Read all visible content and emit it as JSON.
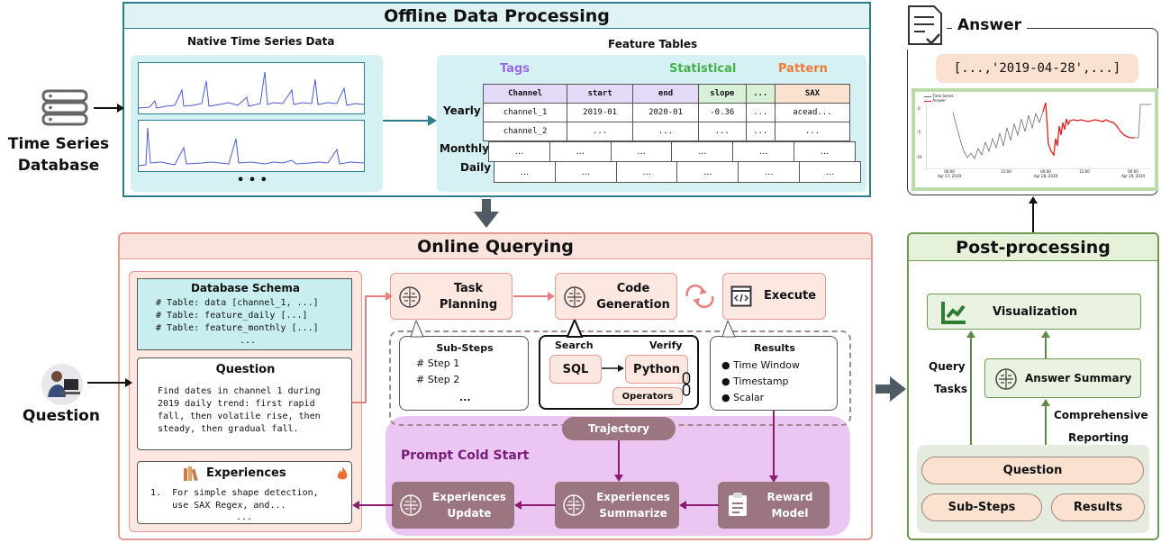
{
  "offline": {
    "title": "Offline Data Processing",
    "native_label": "Native Time Series Data",
    "native_ellipsis": "• • •",
    "feature_label": "Feature Tables",
    "groups": [
      {
        "label": "Tags",
        "color": "#9b6be6"
      },
      {
        "label": "Statistical",
        "color": "#43b34a"
      },
      {
        "label": "Pattern",
        "color": "#f07a3a"
      }
    ],
    "headers": [
      "Channel",
      "start",
      "end",
      "slope",
      "...",
      "SAX"
    ],
    "header_colors": [
      "#e3daf7",
      "#e3daf7",
      "#e3daf7",
      "#d8f0d5",
      "#d8f0d5",
      "#fbe1cf"
    ],
    "rows": [
      [
        "channel_1",
        "2019-01",
        "2020-01",
        "-0.36",
        "...",
        "acead..."
      ],
      [
        "channel_2",
        "...",
        "...",
        "...",
        "...",
        "..."
      ]
    ],
    "row_labels": [
      "Yearly",
      "Monthly",
      "Daily"
    ],
    "layer_cells": [
      "...",
      "...",
      "...",
      "...",
      "...",
      "..."
    ]
  },
  "database": {
    "label_line1": "Time Series",
    "label_line2": "Database",
    "icon": "database-icon"
  },
  "online": {
    "title": "Online Querying",
    "schema_title": "Database Schema",
    "schema_lines": [
      "# Table: data [channel_1, ...]",
      "# Table: feature_daily [...]",
      "# Table: feature_monthly [...]",
      "..."
    ],
    "question_title": "Question",
    "question_lines": [
      "Find dates in channel 1 during",
      "2019 daily trend: first rapid",
      "fall, then volatile rise, then",
      "steady, then gradual fall."
    ],
    "experiences_title": "Experiences",
    "experiences_lines": [
      "1.  For simple shape detection,",
      "    use SAX Regex, and...",
      "..."
    ],
    "task_planning": [
      "Task",
      "Planning"
    ],
    "code_generation": [
      "Code",
      "Generation"
    ],
    "execute": "Execute",
    "substeps_title": "Sub-Steps",
    "substeps": [
      "# Step 1",
      "# Step 2",
      "..."
    ],
    "search_label": "Search",
    "verify_label": "Verify",
    "sql_label": "SQL",
    "python_label": "Python",
    "operators_label": "Operators",
    "results_title": "Results",
    "results": [
      "Time Window",
      "Timestamp",
      "Scalar"
    ],
    "trajectory": "Trajectory",
    "cold_start": "Prompt Cold Start",
    "exp_update": [
      "Experiences",
      "Update"
    ],
    "exp_summarize": [
      "Experiences",
      "Summarize"
    ],
    "reward_model": [
      "Reward",
      "Model"
    ]
  },
  "user": {
    "label": "Question",
    "icon": "user-at-computer-icon"
  },
  "post": {
    "title": "Post-processing",
    "visualization": "Visualization",
    "answer_summary": "Answer Summary",
    "query_tasks": [
      "Query",
      "Tasks"
    ],
    "comprehensive": [
      "Comprehensive",
      "Reporting"
    ],
    "question": "Question",
    "substeps": "Sub-Steps",
    "results": "Results"
  },
  "answer": {
    "title": "Answer",
    "value": "[...,'2019-04-28',...]",
    "legend": [
      "Time Series",
      "Answer"
    ],
    "yticks": [
      "0",
      "-5",
      "-10"
    ],
    "xticks": [
      [
        "00:00",
        "Apr 27, 2019"
      ],
      [
        "12:00",
        ""
      ],
      [
        "00:00",
        "Apr 28, 2019"
      ],
      [
        "12:00",
        ""
      ],
      [
        "00:00",
        "Apr 29, 2019"
      ]
    ],
    "colors": {
      "series": "#6b6b6b",
      "answer": "#e02020",
      "frame": "#b9dca9"
    }
  }
}
